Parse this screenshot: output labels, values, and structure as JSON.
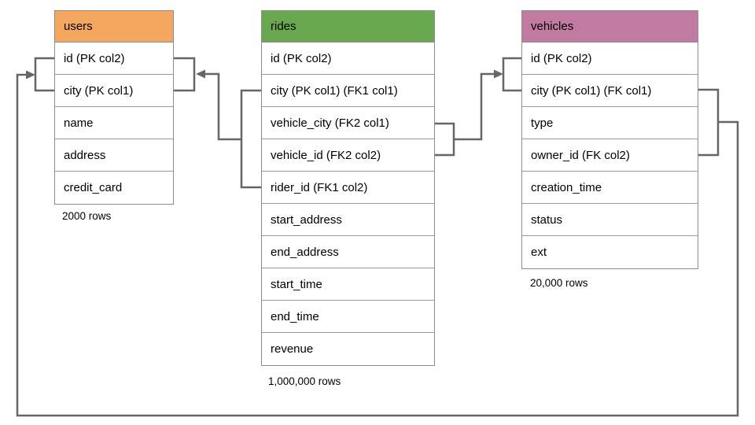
{
  "diagram": {
    "connector_color": "#666666",
    "tables": {
      "users": {
        "title": "users",
        "header_color": "#F5A75F",
        "columns": [
          "id (PK col2)",
          "city (PK col1)",
          "name",
          "address",
          "credit_card"
        ],
        "row_count_label": "2000 rows"
      },
      "rides": {
        "title": "rides",
        "header_color": "#6AA84F",
        "columns": [
          "id (PK col2)",
          "city (PK col1) (FK1 col1)",
          "vehicle_city (FK2 col1)",
          "vehicle_id (FK2 col2)",
          "rider_id (FK1 col2)",
          "start_address",
          "end_address",
          "start_time",
          "end_time",
          "revenue"
        ],
        "row_count_label": "1,000,000 rows"
      },
      "vehicles": {
        "title": "vehicles",
        "header_color": "#C27BA0",
        "columns": [
          "id (PK col2)",
          "city (PK col1) (FK col1)",
          "type",
          "owner_id (FK col2)",
          "creation_time",
          "status",
          "ext"
        ],
        "row_count_label": "20,000 rows"
      }
    },
    "relationships": [
      {
        "name": "FK1",
        "from_table": "rides",
        "from_columns": [
          "city (PK col1) (FK1 col1)",
          "rider_id (FK1 col2)"
        ],
        "to_table": "users",
        "to_columns": [
          "id (PK col2)",
          "city (PK col1)"
        ]
      },
      {
        "name": "FK2",
        "from_table": "rides",
        "from_columns": [
          "vehicle_city (FK2 col1)",
          "vehicle_id (FK2 col2)"
        ],
        "to_table": "vehicles",
        "to_columns": [
          "id (PK col2)",
          "city (PK col1) (FK col1)"
        ]
      },
      {
        "name": "FK",
        "from_table": "vehicles",
        "from_columns": [
          "city (PK col1) (FK col1)",
          "owner_id (FK col2)"
        ],
        "to_table": "users",
        "to_columns": [
          "id (PK col2)",
          "city (PK col1)"
        ]
      }
    ]
  }
}
